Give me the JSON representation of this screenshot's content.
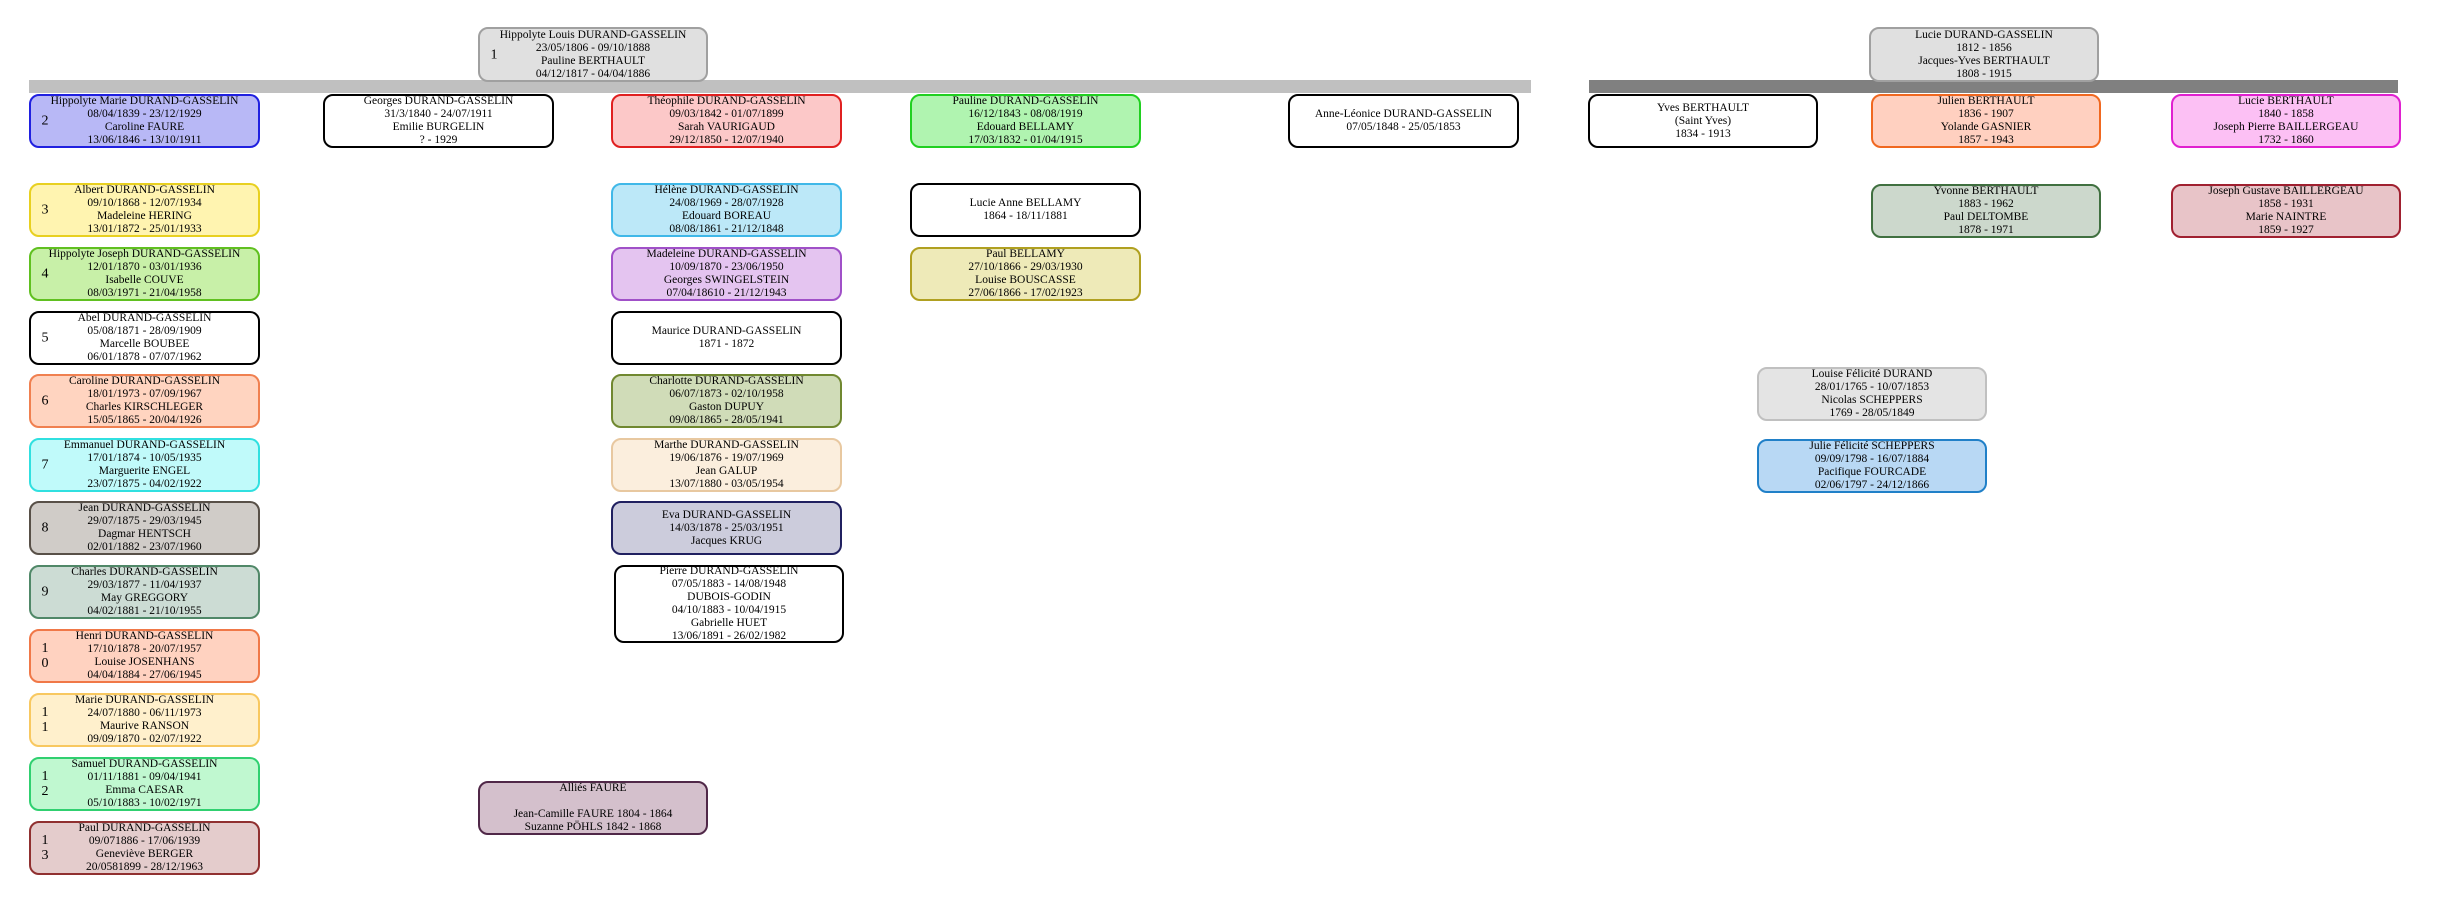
{
  "bars": [
    {
      "color": "#c0c0c0"
    },
    {
      "color": "#808080"
    }
  ],
  "boxes": [
    {
      "num": "1",
      "lines": [
        "Hippolyte Louis DURAND-GASSELIN",
        "23/05/1806 - 09/10/1888",
        "Pauline BERTHAULT",
        "04/12/1817 - 04/04/1886"
      ],
      "border": "#a0a0a0",
      "fill": "#e0e0e0"
    },
    {
      "num": "2",
      "lines": [
        "Hippolyte Marie DURAND-GASSELIN",
        "08/04/1839 - 23/12/1929",
        "Caroline FAURE",
        "13/06/1846 - 13/10/1911"
      ],
      "border": "#2020e0",
      "fill": "#b8b8f6"
    },
    {
      "num": "",
      "lines": [
        "Georges DURAND-GASSELIN",
        "31/3/1840 - 24/07/1911",
        "Emilie BURGELIN",
        "? - 1929"
      ],
      "border": "#000000",
      "fill": "#ffffff"
    },
    {
      "num": "",
      "lines": [
        "Théophile DURAND-GASSELIN",
        "09/03/1842 - 01/07/1899",
        "Sarah VAURIGAUD",
        "29/12/1850 - 12/07/1940"
      ],
      "border": "#e02020",
      "fill": "#fcc8c8"
    },
    {
      "num": "",
      "lines": [
        "Pauline DURAND-GASSELIN",
        "16/12/1843 - 08/08/1919",
        "Edouard BELLAMY",
        "17/03/1832 - 01/04/1915"
      ],
      "border": "#20d020",
      "fill": "#b0f4b0"
    },
    {
      "num": "",
      "lines": [
        "Anne-Léonice DURAND-GASSELIN",
        "07/05/1848 - 25/05/1853"
      ],
      "border": "#000000",
      "fill": "#ffffff"
    },
    {
      "num": "3",
      "lines": [
        "Albert DURAND-GASSELIN",
        "09/10/1868 - 12/07/1934",
        "Madeleine HERING",
        "13/01/1872 - 25/01/1933"
      ],
      "border": "#e8d020",
      "fill": "#fff4b0"
    },
    {
      "num": "",
      "lines": [
        "Hélène DURAND-GASSELIN",
        "24/08/1969 - 28/07/1928",
        "Edouard BOREAU",
        "08/08/1861 - 21/12/1848"
      ],
      "border": "#40b8e8",
      "fill": "#bce8f8"
    },
    {
      "num": "",
      "lines": [
        "Lucie Anne BELLAMY",
        "1864 - 18/11/1881"
      ],
      "border": "#000000",
      "fill": "#ffffff"
    },
    {
      "num": "4",
      "lines": [
        "Hippolyte Joseph DURAND-GASSELIN",
        "12/01/1870 - 03/01/1936",
        "Isabelle COUVE",
        "08/03/1971 - 21/04/1958"
      ],
      "border": "#60c020",
      "fill": "#c8f0a8"
    },
    {
      "num": "",
      "lines": [
        "Madeleine DURAND-GASSELIN",
        "10/09/1870 - 23/06/1950",
        "Georges SWINGELSTEIN",
        "07/04/18610 - 21/12/1943"
      ],
      "border": "#a050c8",
      "fill": "#e4c4f0"
    },
    {
      "num": "",
      "lines": [
        "Paul BELLAMY",
        "27/10/1866 - 29/03/1930",
        "Louise BOUSCASSE",
        "27/06/1866 - 17/02/1923"
      ],
      "border": "#b0a020",
      "fill": "#eeeab8"
    },
    {
      "num": "5",
      "lines": [
        "Abel DURAND-GASSELIN",
        "05/08/1871 - 28/09/1909",
        "Marcelle BOUBEE",
        "06/01/1878 - 07/07/1962"
      ],
      "border": "#000000",
      "fill": "#ffffff"
    },
    {
      "num": "",
      "lines": [
        "Maurice DURAND-GASSELIN",
        "1871 - 1872"
      ],
      "border": "#000000",
      "fill": "#ffffff"
    },
    {
      "num": "6",
      "lines": [
        "Caroline DURAND-GASSELIN",
        "18/01/1973 - 07/09/1967",
        "Charles KIRSCHLEGER",
        "15/05/1865 - 20/04/1926"
      ],
      "border": "#f08050",
      "fill": "#ffd4c0"
    },
    {
      "num": "",
      "lines": [
        "Charlotte DURAND-GASSELIN",
        "06/07/1873 - 02/10/1958",
        "Gaston DUPUY",
        "09/08/1865 - 28/05/1941"
      ],
      "border": "#708830",
      "fill": "#d0dcb8"
    },
    {
      "num": "7",
      "lines": [
        "Emmanuel DURAND-GASSELIN",
        "17/01/1874 - 10/05/1935",
        "Marguerite ENGEL",
        "23/07/1875 - 04/02/1922"
      ],
      "border": "#30e0e0",
      "fill": "#c0fafa"
    },
    {
      "num": "",
      "lines": [
        "Marthe DURAND-GASSELIN",
        "19/06/1876 - 19/07/1969",
        "Jean GALUP",
        "13/07/1880 - 03/05/1954"
      ],
      "border": "#e8c8a0",
      "fill": "#fbeedd"
    },
    {
      "num": "8",
      "lines": [
        "Jean DURAND-GASSELIN",
        "29/07/1875 - 29/03/1945",
        "Dagmar HENTSCH",
        "02/01/1882 - 23/07/1960"
      ],
      "border": "#585048",
      "fill": "#d0ccc8"
    },
    {
      "num": "",
      "lines": [
        "Eva DURAND-GASSELIN",
        "14/03/1878 - 25/03/1951",
        "Jacques KRUG"
      ],
      "border": "#202060",
      "fill": "#ccccdc"
    },
    {
      "num": "9",
      "lines": [
        "Charles DURAND-GASSELIN",
        "29/03/1877 - 11/04/1937",
        "May GREGGORY",
        "04/02/1881 - 21/10/1955"
      ],
      "border": "#508868",
      "fill": "#ccdcd4"
    },
    {
      "num": "",
      "lines": [
        "Pierre DURAND-GASSELIN",
        "07/05/1883 - 14/08/1948",
        "DUBOIS-GODIN",
        "04/10/1883 - 10/04/1915",
        "Gabrielle HUET",
        "13/06/1891 - 26/02/1982"
      ],
      "border": "#000000",
      "fill": "#ffffff"
    },
    {
      "num": "1\n0",
      "lines": [
        "Henri DURAND-GASSELIN",
        "17/10/1878 - 20/07/1957",
        "Louise JOSENHANS",
        "04/04/1884 - 27/06/1945"
      ],
      "border": "#f07848",
      "fill": "#ffd2c0"
    },
    {
      "num": "1\n1",
      "lines": [
        "Marie DURAND-GASSELIN",
        "24/07/1880 - 06/11/1973",
        "Maurive RANSON",
        "09/09/1870 - 02/07/1922"
      ],
      "border": "#f8c860",
      "fill": "#fff0cc"
    },
    {
      "num": "1\n2",
      "lines": [
        "Samuel DURAND-GASSELIN",
        "01/11/1881 - 09/04/1941",
        "Emma CAESAR",
        "05/10/1883 - 10/02/1971"
      ],
      "border": "#30d070",
      "fill": "#c0f8d0"
    },
    {
      "num": "1\n3",
      "lines": [
        "Paul DURAND-GASSELIN",
        "09/071886 - 17/06/1939",
        "Geneviève BERGER",
        "20/0581899 - 28/12/1963"
      ],
      "border": "#903030",
      "fill": "#e4cccc"
    },
    {
      "num": "",
      "lines": [
        "Alliés FAURE",
        "",
        "Jean-Camille FAURE 1804 - 1864",
        "Suzanne PÖHLS 1842 - 1868"
      ],
      "border": "#502848",
      "fill": "#d4c0cc"
    },
    {
      "num": "",
      "lines": [
        "Lucie DURAND-GASSELIN",
        "1812 - 1856",
        "Jacques-Yves BERTHAULT",
        "1808 - 1915"
      ],
      "border": "#a0a0a0",
      "fill": "#e0e0e0"
    },
    {
      "num": "",
      "lines": [
        "Yves BERTHAULT",
        "(Saint Yves)",
        "1834 - 1913"
      ],
      "border": "#000000",
      "fill": "#ffffff"
    },
    {
      "num": "",
      "lines": [
        "Julien BERTHAULT",
        "1836 - 1907",
        "Yolande GASNIER",
        "1857 - 1943"
      ],
      "border": "#f06820",
      "fill": "#ffd0c0"
    },
    {
      "num": "",
      "lines": [
        "Lucie BERTHAULT",
        "1840 - 1858",
        "Joseph Pierre BAILLERGEAU",
        "1732 - 1860"
      ],
      "border": "#e020d0",
      "fill": "#fcc0f4"
    },
    {
      "num": "",
      "lines": [
        "Yvonne BERTHAULT",
        "1883 - 1962",
        "Paul DELTOMBE",
        "1878 - 1971"
      ],
      "border": "#407040",
      "fill": "#ccd8cc"
    },
    {
      "num": "",
      "lines": [
        "Joseph Gustave BAILLERGEAU",
        "1858 - 1931",
        "Marie NAINTRE",
        "1859 - 1927"
      ],
      "border": "#a02030",
      "fill": "#e8c4c8"
    },
    {
      "num": "",
      "lines": [
        "Louise Félicité DURAND",
        "28/01/1765 - 10/07/1853",
        "Nicolas SCHEPPERS",
        "1769 - 28/05/1849"
      ],
      "border": "#c0c0c0",
      "fill": "#e4e4e4"
    },
    {
      "num": "",
      "lines": [
        "Julie Félicité SCHEPPERS",
        "09/09/1798 - 16/07/1884",
        "Pacifique FOURCADE",
        "02/06/1797 - 24/12/1866"
      ],
      "border": "#2080c8",
      "fill": "#b8d8f4"
    }
  ]
}
